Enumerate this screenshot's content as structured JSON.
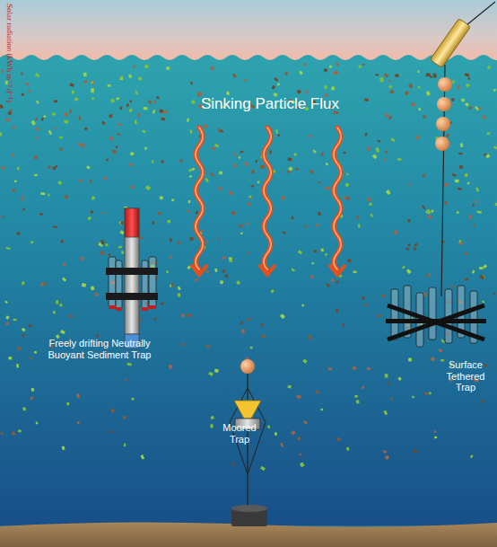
{
  "diagram": {
    "labels": [
      "Solar radiation (kWh m⁻² d⁻¹)",
      "Sinking Particle Flux",
      "Freely drifting Neutrally Buoyant Sediment Trap",
      "Moored Trap",
      "Surface Tethered Trap"
    ]
  }
}
